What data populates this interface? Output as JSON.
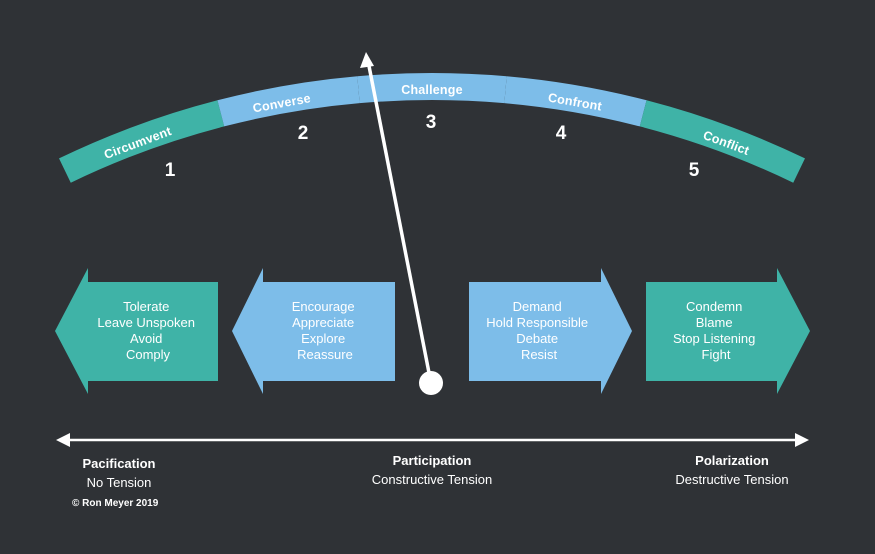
{
  "colors": {
    "background": "#2f3236",
    "teal": "#3fb3a7",
    "blue": "#7dbde9",
    "white": "#ffffff"
  },
  "scale": {
    "segments": [
      {
        "label": "Circumvent",
        "number": "1",
        "color": "teal"
      },
      {
        "label": "Converse",
        "number": "2",
        "color": "blue"
      },
      {
        "label": "Challenge",
        "number": "3",
        "color": "blue"
      },
      {
        "label": "Confront",
        "number": "4",
        "color": "blue"
      },
      {
        "label": "Conflict",
        "number": "5",
        "color": "teal"
      }
    ],
    "pointer_icon": "needle-pointer-icon"
  },
  "arrows": {
    "left": [
      {
        "lines": [
          "Tolerate",
          "Leave Unspoken",
          "Avoid",
          "Comply"
        ],
        "color": "teal",
        "direction": "left"
      },
      {
        "lines": [
          "Encourage",
          "Appreciate",
          "Explore",
          "Reassure"
        ],
        "color": "blue",
        "direction": "left"
      }
    ],
    "right": [
      {
        "lines": [
          "Demand",
          "Hold Responsible",
          "Debate",
          "Resist"
        ],
        "color": "blue",
        "direction": "right"
      },
      {
        "lines": [
          "Condemn",
          "Blame",
          "Stop Listening",
          "Fight"
        ],
        "color": "teal",
        "direction": "right"
      }
    ]
  },
  "axis": {
    "left": {
      "title": "Pacification",
      "sub": "No Tension"
    },
    "center": {
      "title": "Participation",
      "sub": "Constructive Tension"
    },
    "right": {
      "title": "Polarization",
      "sub": "Destructive Tension"
    }
  },
  "copyright": "© Ron Meyer 2019"
}
